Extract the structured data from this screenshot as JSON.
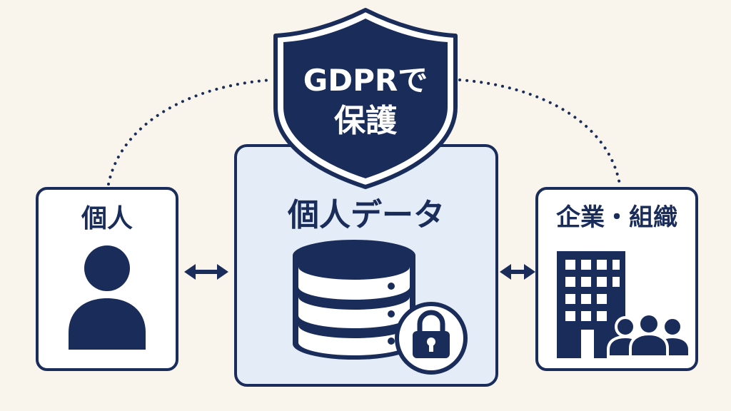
{
  "shield": {
    "line1": "GDPRで",
    "line2": "保護"
  },
  "nodes": {
    "person": "個人",
    "data": "個人データ",
    "org": "企業・組織"
  },
  "colors": {
    "navy": "#1a2d5a",
    "background": "#f9f4ec",
    "panel": "#ffffff",
    "center_panel": "#e3ecf7"
  },
  "icons": [
    "person-icon",
    "database-icon",
    "lock-icon",
    "building-icon",
    "people-icon",
    "shield-icon"
  ]
}
